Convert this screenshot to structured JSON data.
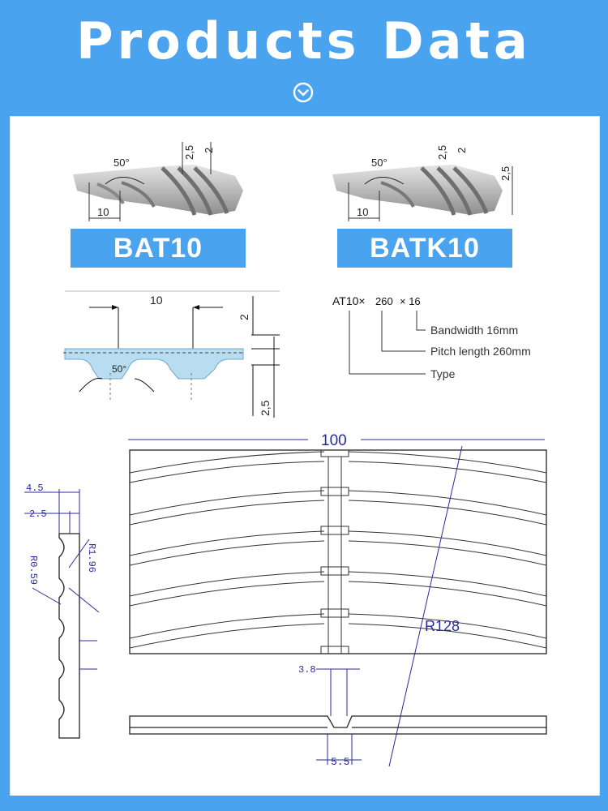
{
  "header": {
    "title": "Products Data"
  },
  "icons": {
    "chevron": "chevron-down-circle-icon"
  },
  "colors": {
    "accent": "#4aa3ef",
    "dimension_blue": "#2a2aa0",
    "belt_tint": "#b8ddf0"
  },
  "profiles": [
    {
      "label": "BAT10",
      "angle": "50°",
      "pitch": "10",
      "dim_a": "2,5",
      "dim_b": "2"
    },
    {
      "label": "BATK10",
      "angle": "50°",
      "pitch": "10",
      "dim_a": "2,5",
      "dim_b": "2",
      "dim_c": "2,5"
    }
  ],
  "cross_section": {
    "pitch": "10",
    "angle": "50°",
    "height_top": "2",
    "height_bottom": "2,5"
  },
  "designation": {
    "type_code": "AT10×",
    "pitch_code": "260",
    "width_code": "× 16",
    "bandwidth": "Bandwidth 16mm",
    "pitch_length": "Pitch length 260mm",
    "type": "Type"
  },
  "drawing": {
    "width": "100",
    "radius": "R128",
    "side_top": "4.5",
    "side_mid": "2.5",
    "radius_small": "R0.59",
    "radius_large": "R1.96",
    "slot_top": "3.8",
    "slot_bottom": "5.5"
  }
}
